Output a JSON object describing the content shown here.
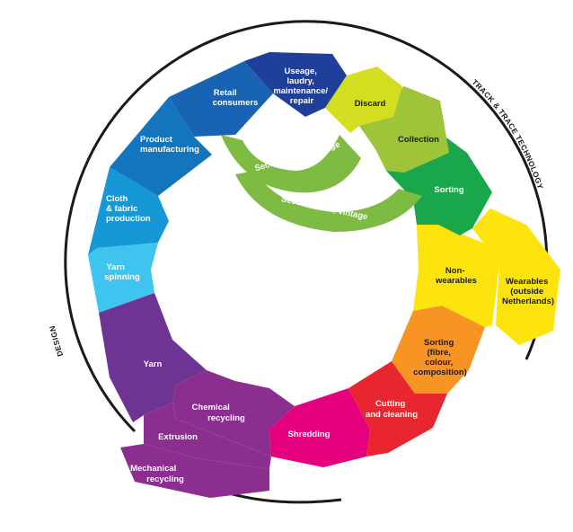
{
  "ring_labels": {
    "design": "DESIGN",
    "track_trace": "TRACK & TRACE TECHNOLOGY"
  },
  "segments": [
    {
      "id": "usage",
      "lines": [
        "Useage,",
        "laudry,",
        "maintenance/",
        "repair"
      ],
      "color": "#1f3f9a"
    },
    {
      "id": "discard",
      "lines": [
        "Discard"
      ],
      "color": "#d4de21"
    },
    {
      "id": "collection",
      "lines": [
        "Collection"
      ],
      "color": "#9ec53a"
    },
    {
      "id": "sorting",
      "lines": [
        "Sorting"
      ],
      "color": "#1aa64b"
    },
    {
      "id": "non-wearables",
      "lines": [
        "Non-",
        "wearables"
      ],
      "color": "#fde40f"
    },
    {
      "id": "wearables",
      "lines": [
        "Wearables",
        "(outside",
        "Netherlands)"
      ],
      "color": "#fde40f"
    },
    {
      "id": "sorting-fibre",
      "lines": [
        "Sorting",
        "(fibre,",
        "colour,",
        "composition)"
      ],
      "color": "#f79423"
    },
    {
      "id": "cutting",
      "lines": [
        "Cutting",
        "and cleaning"
      ],
      "color": "#e8262f"
    },
    {
      "id": "shredding",
      "lines": [
        "Shredding"
      ],
      "color": "#e5007e"
    },
    {
      "id": "chemical",
      "lines": [
        "Chemical",
        "recycling"
      ],
      "color": "#8b2e8f"
    },
    {
      "id": "extrusion",
      "lines": [
        "Extrusion"
      ],
      "color": "#8b2e8f"
    },
    {
      "id": "mechanical",
      "lines": [
        "Mechanical",
        "recycling"
      ],
      "color": "#8b2e8f"
    },
    {
      "id": "yarn",
      "lines": [
        "Yarn"
      ],
      "color": "#6f3394"
    },
    {
      "id": "yarn-spinning",
      "lines": [
        "Yarn",
        "spinning"
      ],
      "color": "#3fc4ef"
    },
    {
      "id": "cloth",
      "lines": [
        "Cloth",
        "& fabric",
        "production"
      ],
      "color": "#1798d6"
    },
    {
      "id": "product",
      "lines": [
        "Product",
        "manufacturing"
      ],
      "color": "#1275bd"
    },
    {
      "id": "retail",
      "lines": [
        "Retail",
        "consumers"
      ],
      "color": "#1863b3"
    }
  ],
  "second_hand": [
    {
      "id": "inner",
      "label": "Second hand, vintage",
      "color": "#7dbb42"
    },
    {
      "id": "outer",
      "label": "Second hand, vintage",
      "color": "#7dbb42"
    }
  ]
}
